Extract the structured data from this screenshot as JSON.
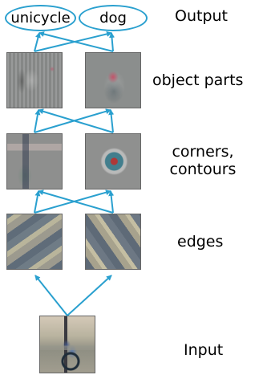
{
  "outputs": [
    "unicycle",
    "dog"
  ],
  "labels": {
    "output": "Output",
    "object_parts": "object parts",
    "corners_line1": "corners,",
    "corners_line2": "contours",
    "edges": "edges",
    "input": "Input"
  },
  "colors": {
    "arrow": "#2aa0cf"
  }
}
